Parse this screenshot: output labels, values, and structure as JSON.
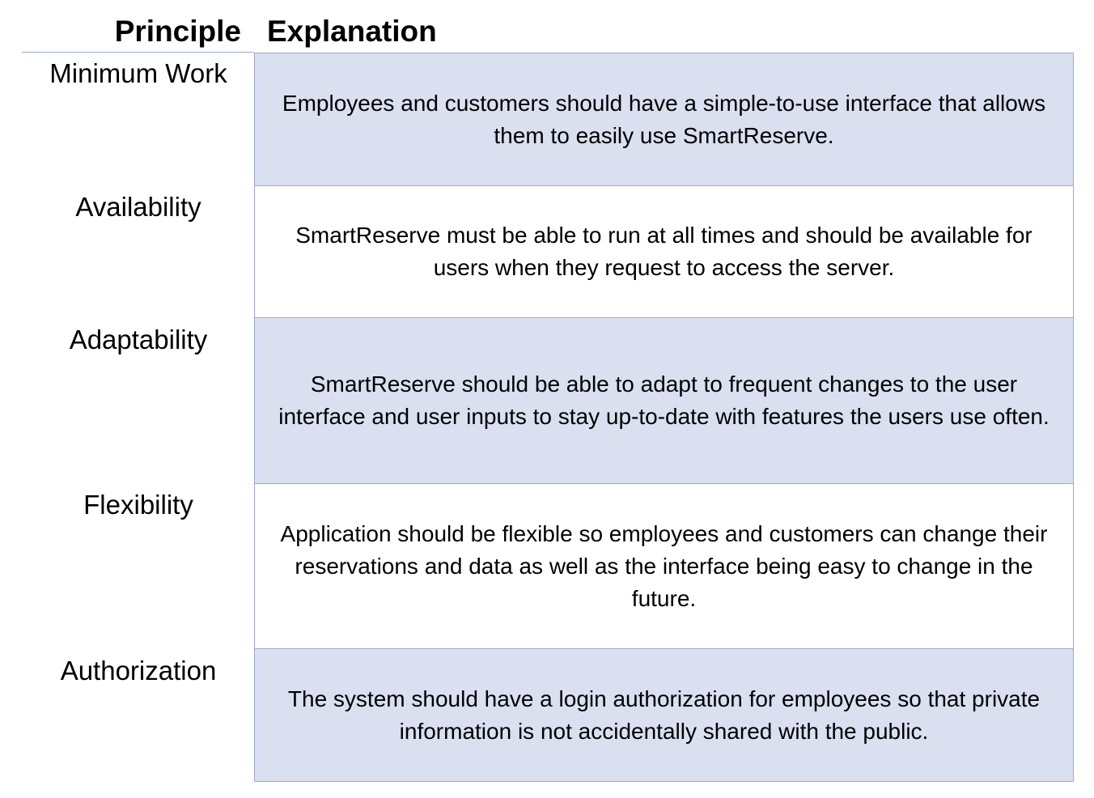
{
  "table": {
    "headers": {
      "principle": "Principle",
      "explanation": "Explanation"
    },
    "rows": [
      {
        "principle": "Minimum Work",
        "explanation": "Employees and customers should have a simple-to-use interface that allows them to easily use SmartReserve."
      },
      {
        "principle": "Availability",
        "explanation": "SmartReserve must be able to run at all times and should be available for users when they request to access the server."
      },
      {
        "principle": "Adaptability",
        "explanation": "SmartReserve should be able to adapt to frequent changes to the user interface and user inputs to stay up-to-date with features the users use often."
      },
      {
        "principle": "Flexibility",
        "explanation": "Application should be flexible so employees and customers can change their reservations and data as well as the interface being easy to change in the future."
      },
      {
        "principle": "Authorization",
        "explanation": "The system should have a login authorization for employees so that private information is not accidentally shared with the public."
      }
    ]
  },
  "colors": {
    "shaded_row": "#dae0f0",
    "border": "#9aa8d4"
  }
}
